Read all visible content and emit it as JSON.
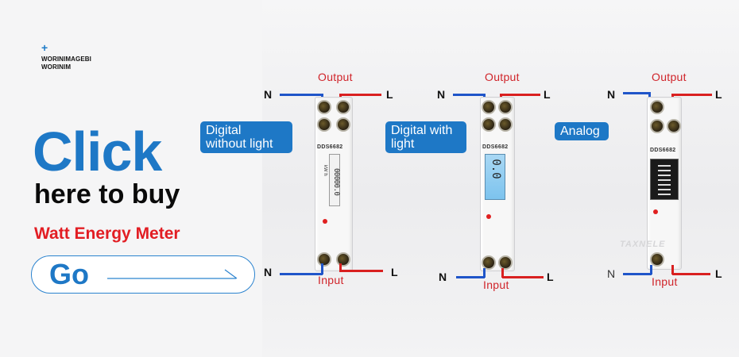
{
  "brand": {
    "icon": "plus-icon",
    "line1": "WORINIMAGEBI",
    "line2": "WORINIM"
  },
  "promo": {
    "headline": "Click",
    "subheadline": "here to buy",
    "product": "Watt Energy Meter",
    "button_label": "Go"
  },
  "colors": {
    "accent_blue": "#1e78c6",
    "accent_red": "#e21d23",
    "neutral_wire": "#1f55c9",
    "live_wire": "#d92020"
  },
  "wiring": {
    "neutral": "N",
    "live": "L",
    "output": "Output",
    "input": "Input"
  },
  "meters": [
    {
      "tag": "Digital\nwithout light",
      "model": "DDS6682",
      "display": "00000.0",
      "unit": "kW h"
    },
    {
      "tag": "Digital with\nlight",
      "model": "DDS6682",
      "display": "0.0"
    },
    {
      "tag": "Analog",
      "model": "DDS6682",
      "watermark": "TAXNELE"
    }
  ]
}
